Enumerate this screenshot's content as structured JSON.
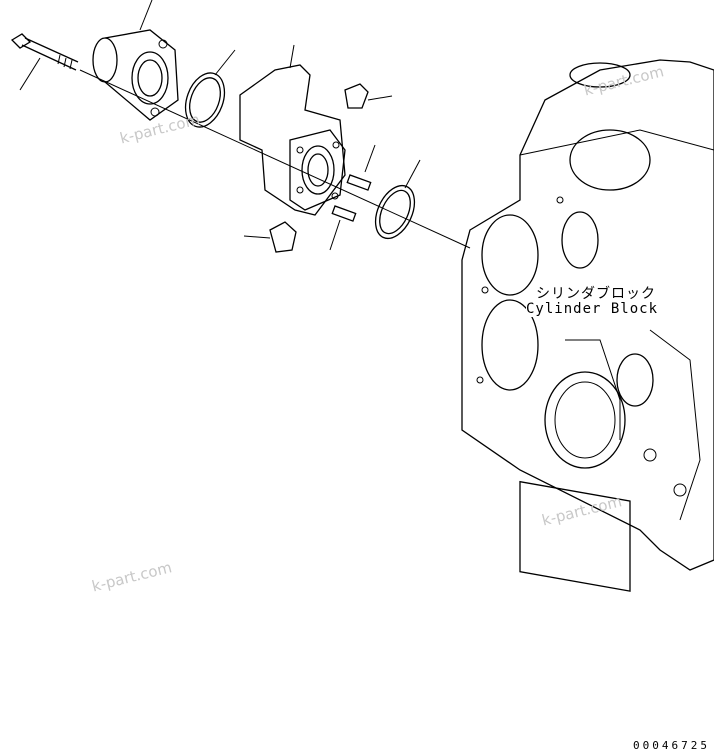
{
  "labels": {
    "block_jp": "シリンダブロック",
    "block_en": "Cylinder Block"
  },
  "drawing_number": "00046725",
  "watermarks": [
    "k-part.com",
    "k-part.com",
    "k-part.com",
    "k-part.com"
  ],
  "colors": {
    "line": "#000000",
    "watermark": "#c8c8c8",
    "background": "#ffffff"
  }
}
